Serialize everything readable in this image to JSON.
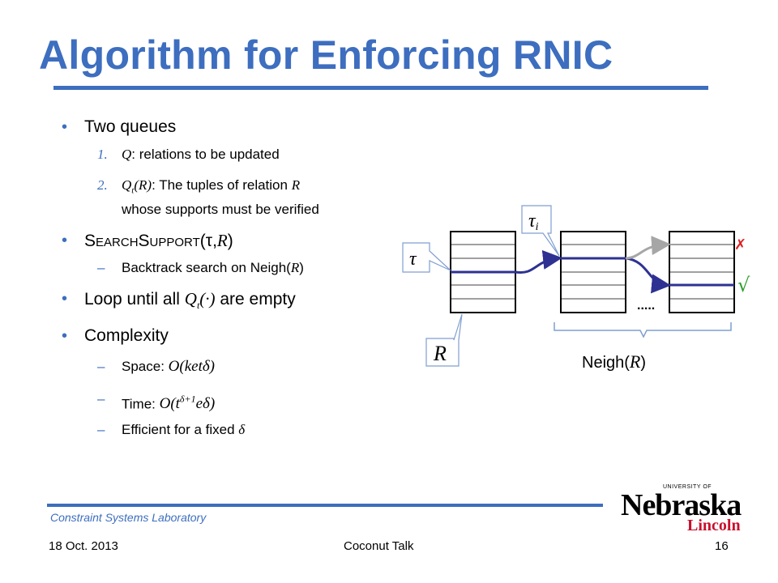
{
  "slide": {
    "title": "Algorithm for Enforcing RNIC",
    "bullets": {
      "two_queues": "Two queues",
      "q1_num": "1.",
      "q1_sym": "Q",
      "q1_text": ": relations to be updated",
      "q2_num": "2.",
      "q2_sym": "Qt(R)",
      "q2_text_a": ": The tuples of relation ",
      "q2_R": "R",
      "q2_text_b": "whose supports must be verified",
      "search_S": "S",
      "search_earch": "EARCH",
      "search_S2": "S",
      "search_upport": "UPPORT",
      "search_args_a": "(τ,",
      "search_args_R": "R",
      "search_args_b": ")",
      "dash": "–",
      "backtrack_a": "Backtrack search on Neigh(",
      "backtrack_R": "R",
      "backtrack_b": ")",
      "loop_a": "Loop until all ",
      "loop_sym": "Qt(·)",
      "loop_b": " are empty",
      "complexity": "Complexity",
      "space_a": "Space: ",
      "space_f": "O(ketδ)",
      "time_a": "Time: ",
      "time_f": "O(tδ+1eδ)",
      "eff_a": "Efficient for a fixed ",
      "eff_sym": "δ"
    },
    "diagram": {
      "tau": "τ",
      "tau_i": "τi",
      "R_label": "R",
      "dots": ".....",
      "neigh_a": "Neigh(",
      "neigh_R": "R",
      "neigh_b": ")",
      "check": "√",
      "cross": "✗"
    },
    "footer": {
      "lab": "Constraint Systems Laboratory",
      "date": "18 Oct. 2013",
      "talk": "Coconut Talk",
      "page": "16"
    },
    "logo": {
      "university": "UNIVERSITY OF",
      "name": "Nebraska",
      "campus": "Lincoln"
    }
  }
}
